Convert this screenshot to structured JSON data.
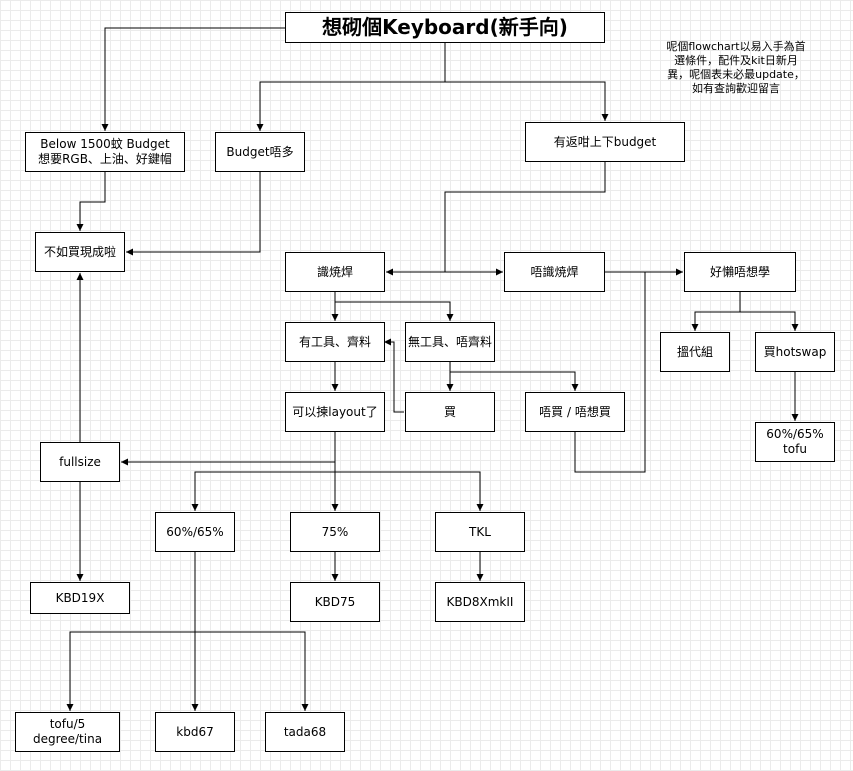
{
  "diagram": {
    "title": "想砌個Keyboard(新手向)",
    "note": "呢個flowchart以易入手為首\n選條件，配件及kit日新月\n異，呢個表未必最update，\n如有查詢歡迎留言",
    "nodes": {
      "below_budget": "Below 1500蚊 Budget\n想要RGB、上油、好鍵帽",
      "budget_not_much": "Budget唔多",
      "flexible_budget": "有返咁上下budget",
      "buy_prebuilt": "不如買現成啦",
      "can_solder": "識焼焊",
      "cannot_solder": "唔識焼焊",
      "want_to_learn": "好懶唔想學",
      "has_tools": "有工具、齊料",
      "no_tools": "無工具、唔齊料",
      "buy": "買",
      "no_buy": "唔買 / 唔想買",
      "pick_layout": "可以揀layout了",
      "proxy_build": "搵代組",
      "buy_hotswap": "買hotswap",
      "tofu_hotswap": "60%/65% tofu",
      "fullsize": "fullsize",
      "size_60_65": "60%/65%",
      "size_75": "75%",
      "size_tkl": "TKL",
      "kbd19x": "KBD19X",
      "kbd75": "KBD75",
      "kbd8x": "KBD8XmkII",
      "tofu_5degree_tina": "tofu/5 degree/tina",
      "kbd67": "kbd67",
      "tada68": "tada68"
    }
  }
}
